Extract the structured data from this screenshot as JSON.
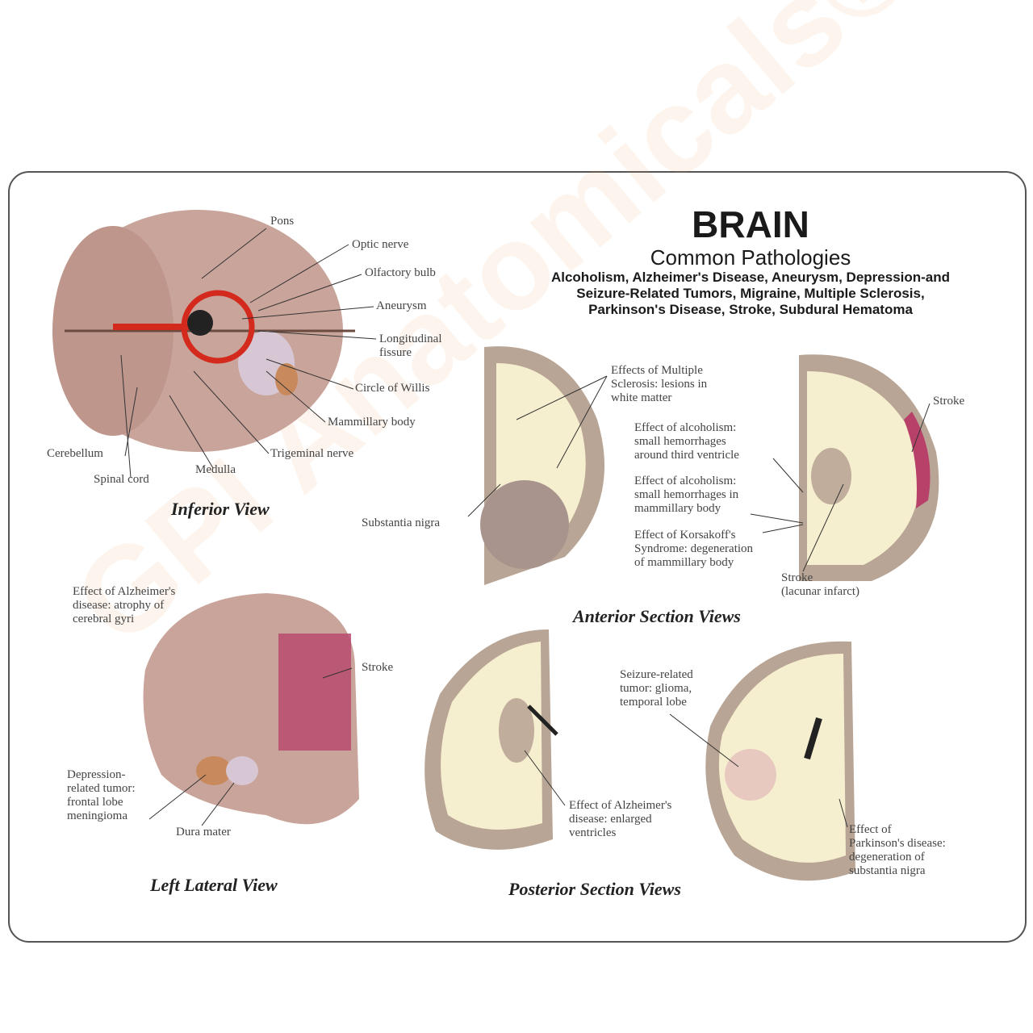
{
  "title": {
    "main": "BRAIN",
    "subtitle": "Common Pathologies",
    "pathologies": "Alcoholism, Alzheimer's Disease, Aneurysm, Depression-and\nSeizure-Related Tumors, Migraine, Multiple Sclerosis,\nParkinson's Disease, Stroke, Subdural Hematoma"
  },
  "watermark": "GPI Anatomicals®",
  "views": {
    "inferior": "Inferior View",
    "anterior": "Anterior Section Views",
    "lateral": "Left Lateral View",
    "posterior": "Posterior Section Views"
  },
  "inferior_labels": {
    "pons": "Pons",
    "optic": "Optic nerve",
    "olfactory": "Olfactory bulb",
    "aneurysm": "Aneurysm",
    "fissure": "Longitudinal\nfissure",
    "willis": "Circle of Willis",
    "mammillary": "Mammillary body",
    "trigeminal": "Trigeminal nerve",
    "medulla": "Medulla",
    "spinal": "Spinal cord",
    "cerebellum": "Cerebellum"
  },
  "anterior_labels": {
    "ms": "Effects of Multiple\nSclerosis: lesions in\nwhite matter",
    "substantia": "Substantia nigra",
    "alc1": "Effect of alcoholism:\nsmall hemorrhages\naround third ventricle",
    "alc2": "Effect of alcoholism:\nsmall hemorrhages in\nmammillary body",
    "korsakoff": "Effect of Korsakoff's\nSyndrome: degeneration\nof mammillary body",
    "stroke_lacunar": "Stroke\n(lacunar infarct)",
    "stroke": "Stroke"
  },
  "lateral_labels": {
    "alzheimer": "Effect of Alzheimer's\ndisease: atrophy of\ncerebral gyri",
    "stroke": "Stroke",
    "depression": "Depression-\nrelated tumor:\nfrontal lobe\nmeningioma",
    "dura": "Dura mater"
  },
  "posterior_labels": {
    "alzheimer": "Effect of Alzheimer's\ndisease: enlarged\nventricles",
    "seizure": "Seizure-related\ntumor: glioma,\ntemporal lobe",
    "parkinson": "Effect of\nParkinson's disease:\ndegeneration of\nsubstantia nigra"
  },
  "colors": {
    "brain": "#c9a49a",
    "section_white": "#f6efcf",
    "section_grey": "#b8a595",
    "aneurysm": "#d42a1e",
    "stroke": "#b8416a"
  }
}
